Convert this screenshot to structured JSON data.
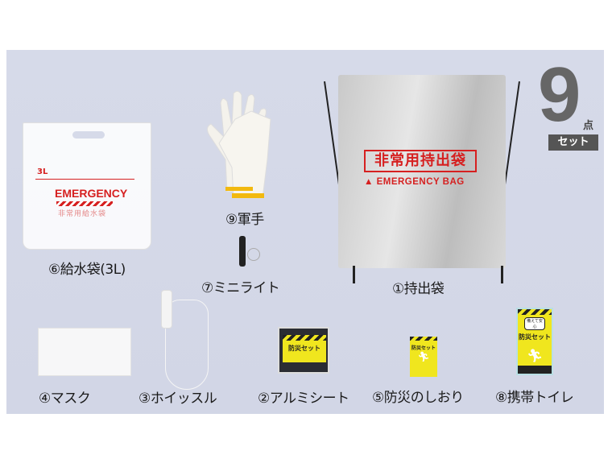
{
  "badge": {
    "count": "9",
    "unit": "点",
    "set": "セット"
  },
  "items": [
    {
      "label": "①持出袋"
    },
    {
      "label": "②アルミシート"
    },
    {
      "label": "③ホイッスル"
    },
    {
      "label": "④マスク"
    },
    {
      "label": "⑤防災のしおり"
    },
    {
      "label": "⑥給水袋(3L)"
    },
    {
      "label": "⑦ミニライト"
    },
    {
      "label": "⑧携帯トイレ"
    },
    {
      "label": "⑨軍手"
    }
  ],
  "product_lettering": {
    "bag_title": "非常用持出袋",
    "bag_subtitle": "▲ EMERGENCY BAG",
    "water_volume": "3L",
    "water_emergency": "EMERGENCY",
    "water_jp": "非常用給水袋",
    "pack_title": "防災セット",
    "pack_tag": "備えて安心"
  },
  "colors": {
    "background": "#d4d8e8",
    "accent_red": "#d62020",
    "pack_yellow": "#f0e61e",
    "badge_gray": "#555555"
  }
}
